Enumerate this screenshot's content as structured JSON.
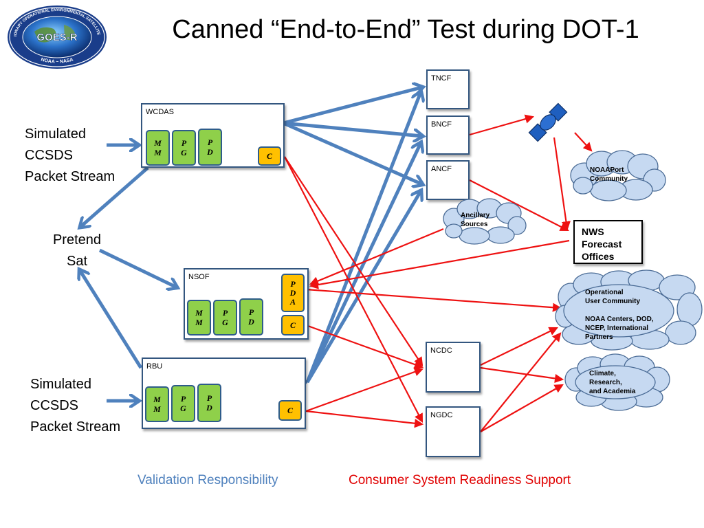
{
  "title": "Canned “End-to-End” Test during DOT-1",
  "logo": {
    "center_text": "GOES-R",
    "ring_text_top": "GEOSTATIONARY OPERATIONAL ENVIRONMENTAL SATELLITE R-SERIES",
    "ring_text_bottom": "NOAA ~ NASA"
  },
  "left_labels": {
    "sim_top": "Simulated\nCCSDS\nPacket Stream",
    "pretend_sat": "Pretend\nSat",
    "sim_bottom": "Simulated\nCCSDS\nPacket Stream"
  },
  "boxes": {
    "wcdas": "WCDAS",
    "nsof": "NSOF",
    "rbu": "RBU",
    "tncf": "TNCF",
    "bncf": "BNCF",
    "ancf": "ANCF",
    "ncdc": "NCDC",
    "ngdc": "NGDC"
  },
  "chips": {
    "mm": "M\nM",
    "pg": "P\nG",
    "pd": "P\nD",
    "pda": "P\nD\nA",
    "c": "C"
  },
  "clouds": {
    "noaaport": "NOAAPort\nCommunity",
    "ancillary": "Ancillary\nSources",
    "operational": "Operational\nUser Community\n\nNOAA Centers, DOD,\nNCEP, International\nPartners",
    "climate": "Climate,\nResearch,\nand Academia"
  },
  "nws": "NWS\nForecast\nOffices",
  "legend": {
    "validation": "Validation Responsibility",
    "consumer": "Consumer System Readiness Support"
  },
  "colors": {
    "blue_arrow": "#4f81bd",
    "red_arrow": "#ee1111",
    "chip_green": "#8fd04a",
    "chip_orange": "#ffc000",
    "cloud_fill": "#c6d9f1",
    "box_border": "#33567f",
    "legend_blue": "#4f81bd",
    "legend_red": "#e00000"
  }
}
